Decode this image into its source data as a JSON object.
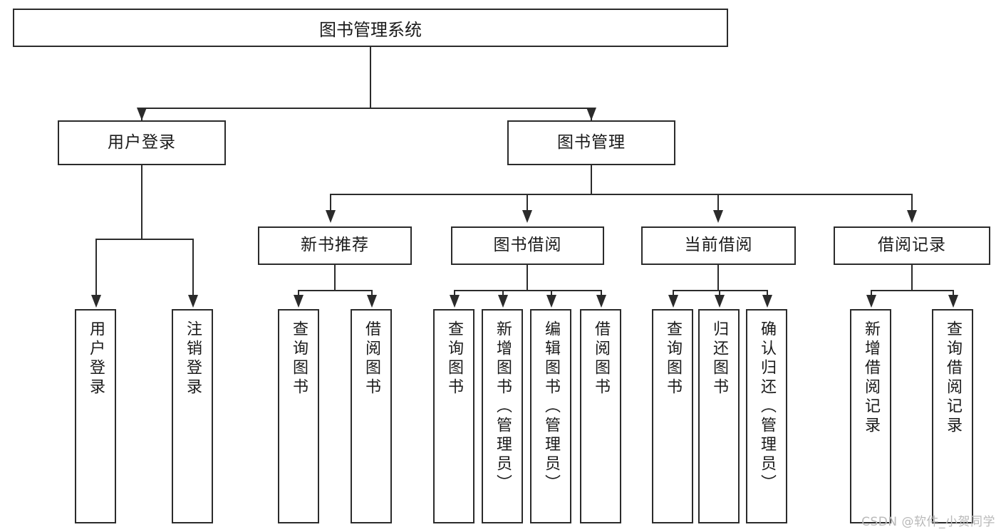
{
  "diagram": {
    "title_text": "图书管理系统",
    "type": "tree-hierarchy-diagram",
    "colors": {
      "background": "#ffffff",
      "stroke": "#2b2b2b",
      "text": "#1a1a1a",
      "watermark": "#b9b9b9"
    },
    "root": {
      "id": "root",
      "label": "图书管理系统"
    },
    "level2": [
      {
        "id": "user-login",
        "label": "用户登录"
      },
      {
        "id": "book-manage",
        "label": "图书管理"
      }
    ],
    "level3": [
      {
        "id": "new-book-rec",
        "label": "新书推荐"
      },
      {
        "id": "book-borrow",
        "label": "图书借阅"
      },
      {
        "id": "current-borrow",
        "label": "当前借阅"
      },
      {
        "id": "borrow-record",
        "label": "借阅记录"
      }
    ],
    "leaves": [
      {
        "id": "leaf-user-login",
        "label": "用户登录",
        "parent": "user-login"
      },
      {
        "id": "leaf-user-logout",
        "label": "注销登录",
        "parent": "user-login"
      },
      {
        "id": "leaf-query-book-1",
        "label": "查询图书",
        "parent": "new-book-rec"
      },
      {
        "id": "leaf-borrow-book-1",
        "label": "借阅图书",
        "parent": "new-book-rec"
      },
      {
        "id": "leaf-query-book-2",
        "label": "查询图书",
        "parent": "book-borrow"
      },
      {
        "id": "leaf-add-book",
        "label": "新增图书（管理员）",
        "parent": "book-borrow"
      },
      {
        "id": "leaf-edit-book",
        "label": "编辑图书（管理员）",
        "parent": "book-borrow"
      },
      {
        "id": "leaf-borrow-book-2",
        "label": "借阅图书",
        "parent": "book-borrow"
      },
      {
        "id": "leaf-query-book-3",
        "label": "查询图书",
        "parent": "current-borrow"
      },
      {
        "id": "leaf-return-book",
        "label": "归还图书",
        "parent": "current-borrow"
      },
      {
        "id": "leaf-confirm-return",
        "label": "确认归还（管理员）",
        "parent": "current-borrow"
      },
      {
        "id": "leaf-add-record",
        "label": "新增借阅记录",
        "parent": "borrow-record"
      },
      {
        "id": "leaf-query-record",
        "label": "查询借阅记录",
        "parent": "borrow-record"
      }
    ],
    "watermark": "CSDN @软件_小贺同学"
  }
}
